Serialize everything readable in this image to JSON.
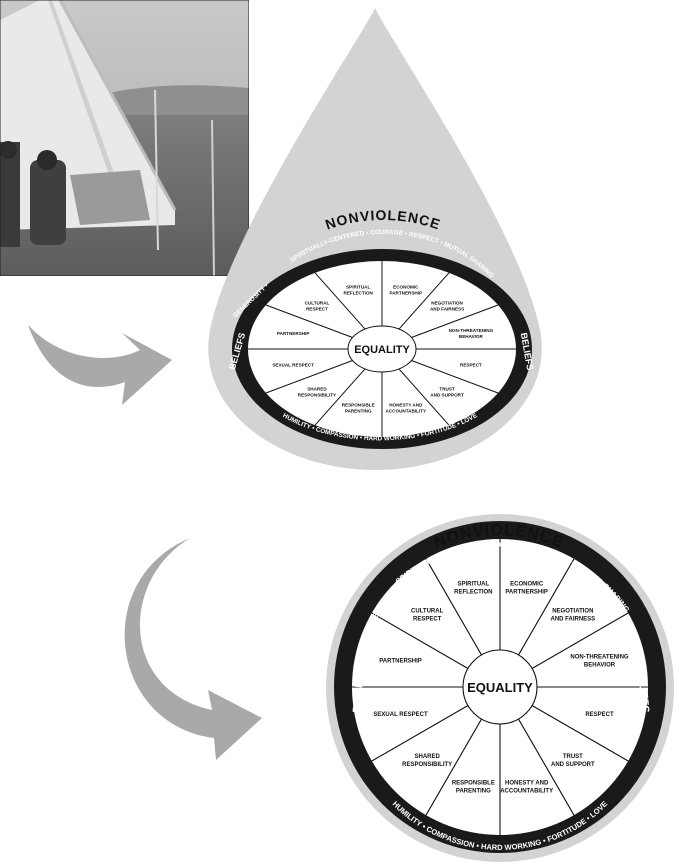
{
  "photo": {
    "alt": "tipi-photo"
  },
  "wheel": {
    "title": "NONVIOLENCE",
    "center": "EQUALITY",
    "side_label": "BELIEFS",
    "segments": [
      [
        "ECONOMIC",
        "PARTNERSHIP"
      ],
      [
        "NEGOTIATION",
        "AND FAIRNESS"
      ],
      [
        "NON-THREATENING",
        "BEHAVIOR"
      ],
      [
        "RESPECT"
      ],
      [
        "TRUST",
        "AND SUPPORT"
      ],
      [
        "HONESTY AND",
        "ACCOUNTABILITY"
      ],
      [
        "RESPONSIBLE",
        "PARENTING"
      ],
      [
        "SHARED",
        "RESPONSIBILITY"
      ],
      [
        "SEXUAL RESPECT"
      ],
      [
        "PARTNERSHIP"
      ],
      [
        "CULTURAL",
        "RESPECT"
      ],
      [
        "SPIRITUAL",
        "REFLECTION"
      ]
    ],
    "ring_top": "SPIRITUALLY-CENTERED • COURAGE • RESPECT • MUTUAL SHARING",
    "ring_left": "GENEROSITY •",
    "ring_bottom": "HUMILITY • COMPASSION • HARD WORKING • FORTITUDE • LOVE"
  },
  "colors": {
    "drop": "#d3d3d3",
    "arrow": "#a9a9a9",
    "ring": "#1a1a1a",
    "wheel_face": "#ffffff"
  }
}
